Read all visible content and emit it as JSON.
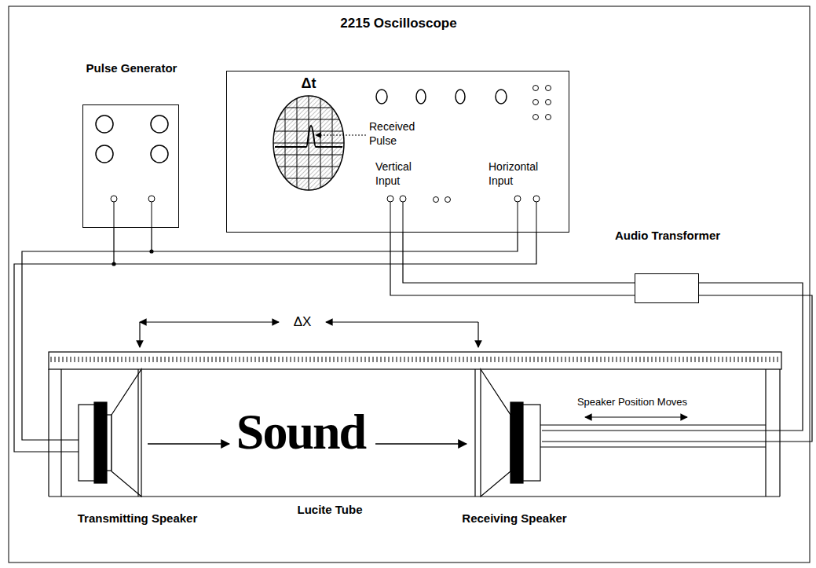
{
  "diagram": {
    "nodes": [
      {
        "text": [
          "Pulse Generator"
        ]
      },
      {
        "text": [
          "2215 Oscilloscope"
        ]
      },
      {
        "text": [
          "Audio Transformer"
        ]
      }
    ],
    "edges": [
      {
        "from": 0,
        "to": 1,
        "arrow": "none"
      },
      {
        "from": 0,
        "to": 1,
        "arrow": "none"
      },
      {
        "from": 1,
        "to": 2,
        "arrow": "none"
      },
      {
        "from": 1,
        "to": 2,
        "arrow": "none"
      }
    ],
    "labels": [
      "Δt",
      "Received Pulse",
      "Vertical Input",
      "Horizontal Input",
      "ΔX",
      "Speaker Position Moves",
      "Sound",
      "Transmitting Speaker",
      "Lucite Tube",
      "Receiving Speaker"
    ]
  }
}
